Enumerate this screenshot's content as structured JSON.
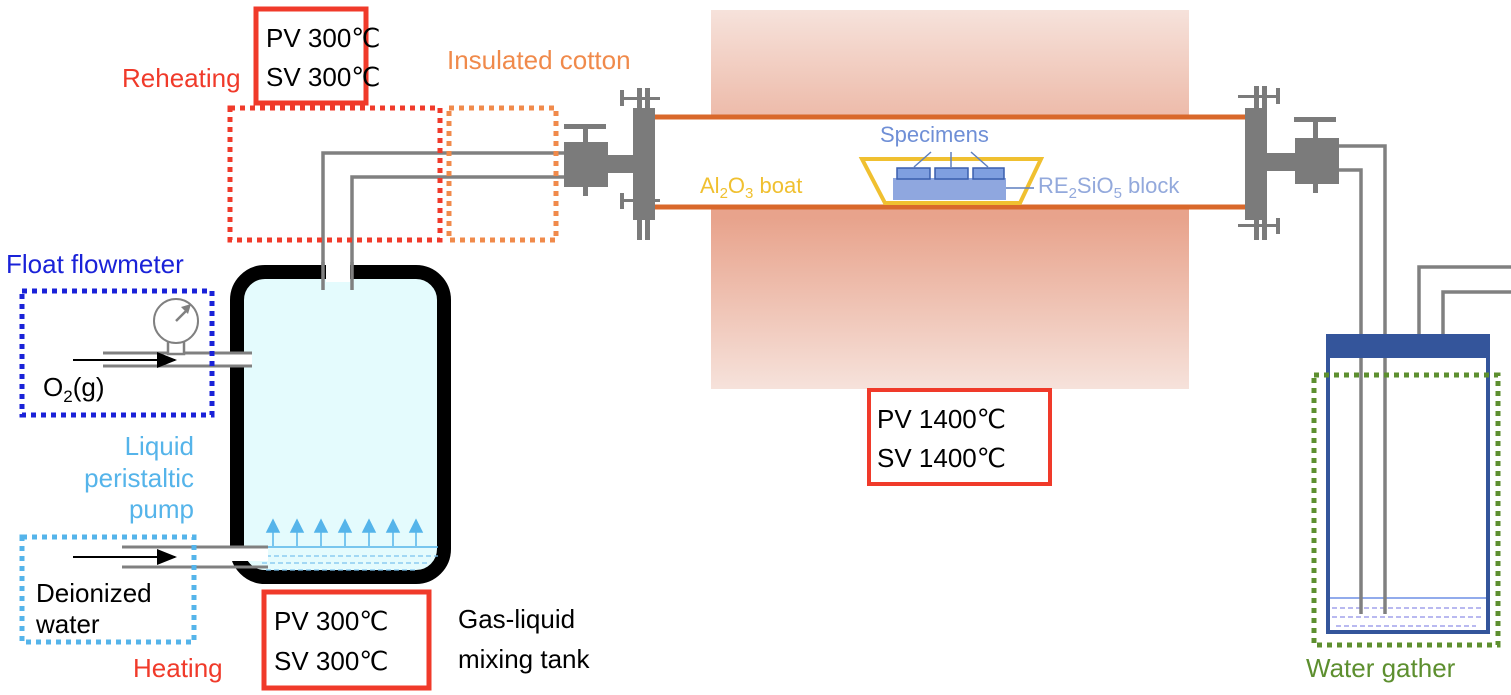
{
  "title": "Steam oxidation test apparatus",
  "colors": {
    "reheating": "#f03a2a",
    "insulated": "#f08a4b",
    "flowmeter": "#1a22d8",
    "pump": "#55b4ea",
    "water_gather": "#5d8f2f",
    "boat": "#f0c030",
    "specimen": "#6f8fd6",
    "block_label": "#93a9dc",
    "tube": "#d9682b",
    "pipe": "#808080",
    "tank_fill": "#e4fbfd",
    "gather_lid": "#34559b",
    "black": "#000000"
  },
  "labels": {
    "reheating": "Reheating",
    "insulated_cotton": "Insulated cotton",
    "float_flowmeter": "Float flowmeter",
    "oxygen_main": "O",
    "oxygen_sub": "2",
    "oxygen_tail": "(g)",
    "liquid_pump": [
      "Liquid",
      "peristaltic",
      "pump"
    ],
    "deionized_water": [
      "Deionized",
      "water"
    ],
    "heating": "Heating",
    "mixing_tank": [
      "Gas-liquid",
      "mixing tank"
    ],
    "specimens": "Specimens",
    "boat_pre": "Al",
    "boat_sub1": "2",
    "boat_mid": "O",
    "boat_sub2": "3",
    "boat_tail": " boat",
    "block_pre": "RE",
    "block_sub1": "2",
    "block_mid": "SiO",
    "block_sub2": "5",
    "block_tail": " block",
    "water_gather": "Water gather"
  },
  "controllers": {
    "reheating": {
      "pv": "PV 300℃",
      "sv": "SV 300℃"
    },
    "heating": {
      "pv": "PV 300℃",
      "sv": "SV 300℃"
    },
    "furnace": {
      "pv": "PV 1400℃",
      "sv": "SV 1400℃"
    }
  }
}
